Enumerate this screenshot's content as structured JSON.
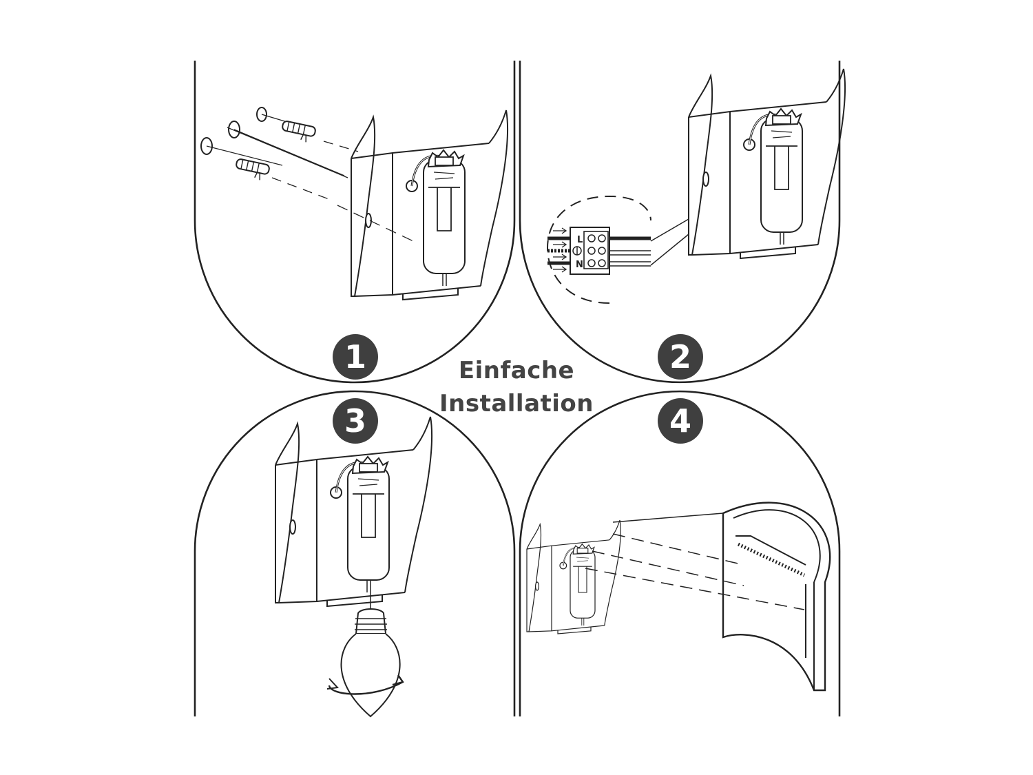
{
  "title": {
    "line1": "Einfache",
    "line2": "Installation"
  },
  "steps": [
    {
      "number": "1"
    },
    {
      "number": "2"
    },
    {
      "number": "3"
    },
    {
      "number": "4"
    }
  ],
  "terminal": {
    "label_l": "L",
    "label_n": "N"
  },
  "colors": {
    "badge": "#3f3f3f",
    "title": "#444444",
    "line": "#222222"
  },
  "icons": [
    "wall-plug-icon",
    "bulb-socket-icon",
    "terminal-block-icon",
    "ground-icon",
    "light-bulb-icon",
    "rotate-arrow-icon",
    "lamp-shade-icon"
  ]
}
